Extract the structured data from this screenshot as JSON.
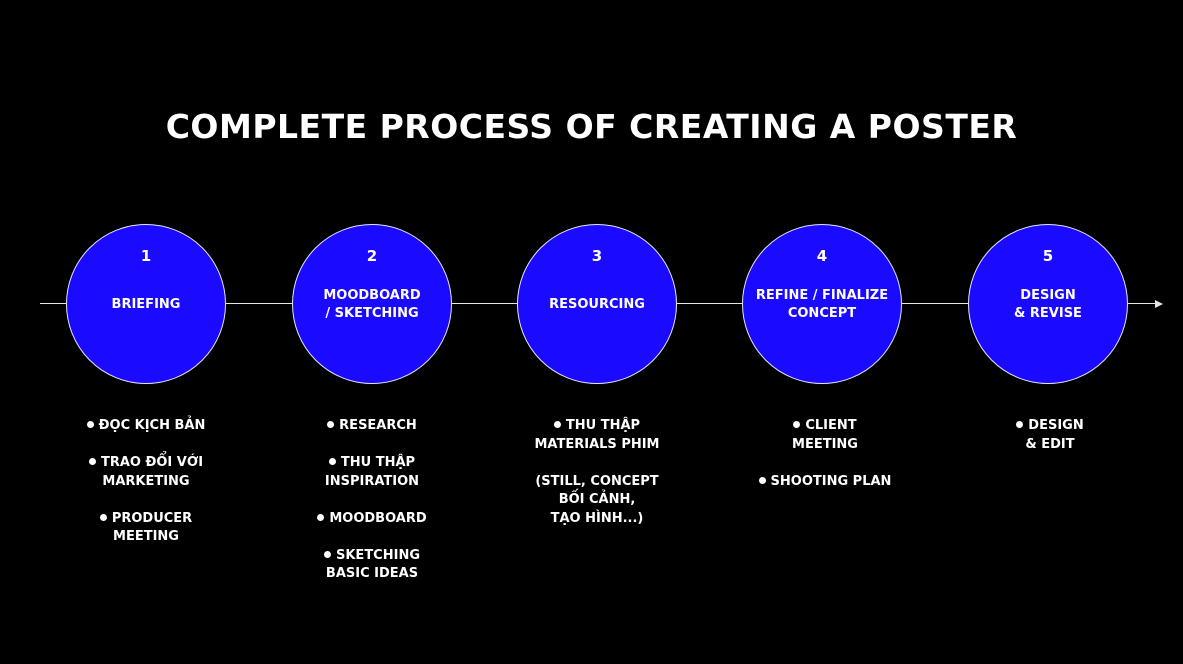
{
  "title": "COMPLETE PROCESS OF CREATING A POSTER",
  "colors": {
    "background": "#000000",
    "circle_fill": "#1a0aff",
    "text": "#ffffff",
    "line": "#e6e6e6"
  },
  "steps": [
    {
      "number": "1",
      "label": "BRIEFING",
      "items": [
        "ĐỌC KỊCH BẢN",
        "TRAO ĐỔI VỚI\nMARKETING",
        "PRODUCER\nMEETING"
      ]
    },
    {
      "number": "2",
      "label": "MOODBOARD\n/ SKETCHING",
      "items": [
        "RESEARCH",
        "THU THẬP\nINSPIRATION",
        "MOODBOARD",
        "SKETCHING\nBASIC IDEAS"
      ]
    },
    {
      "number": "3",
      "label": "RESOURCING",
      "items": [
        "THU THẬP\nMATERIALS PHIM\n\n(STILL, CONCEPT\nBỐI CẢNH,\nTẠO HÌNH...)"
      ]
    },
    {
      "number": "4",
      "label": "REFINE / FINALIZE\nCONCEPT",
      "items": [
        "CLIENT\nMEETING",
        "SHOOTING PLAN"
      ]
    },
    {
      "number": "5",
      "label": "DESIGN\n& REVISE",
      "items": [
        "DESIGN\n& EDIT"
      ]
    }
  ]
}
